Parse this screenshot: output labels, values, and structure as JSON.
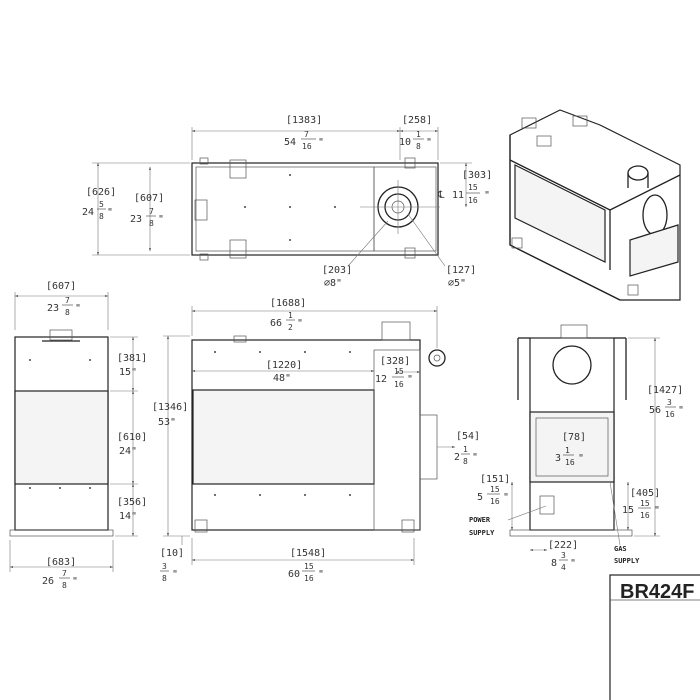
{
  "top_view": {
    "width_mm": "[1383]",
    "width_whole": "54",
    "width_num": "7",
    "width_den": "16",
    "flue_offset_mm": "[258]",
    "flue_offset_whole": "10",
    "flue_offset_num": "1",
    "flue_offset_den": "8",
    "depth_mm": "[626]",
    "depth_whole": "24",
    "depth_num": "5",
    "depth_den": "8",
    "depth_inner_mm": "[607]",
    "depth_inner_whole": "23",
    "depth_inner_num": "7",
    "depth_inner_den": "8",
    "centerline_mm": "[303]",
    "centerline_prefix": "℄",
    "centerline_whole": "11",
    "centerline_num": "15",
    "centerline_den": "16",
    "flue_outer_mm": "[203]",
    "flue_outer_in": "∅8\"",
    "flue_inner_mm": "[127]",
    "flue_inner_in": "∅5\""
  },
  "side_view": {
    "width_mm": "[607]",
    "width_whole": "23",
    "width_num": "7",
    "width_den": "8",
    "upper_mm": "[381]",
    "upper_in": "15\"",
    "glass_mm": "[610]",
    "glass_in": "24\"",
    "lower_mm": "[356]",
    "lower_in": "14\"",
    "base_mm": "[683]",
    "base_whole": "26",
    "base_num": "7",
    "base_den": "8"
  },
  "front_view": {
    "width_mm": "[1688]",
    "width_whole": "66",
    "width_num": "1",
    "width_den": "2",
    "height_mm": "[1346]",
    "height_in": "53\"",
    "glass_mm": "[1220]",
    "glass_in": "48\"",
    "flue_mm": "[328]",
    "flue_whole": "12",
    "flue_num": "15",
    "flue_den": "16",
    "box_mm": "[54]",
    "box_whole": "2",
    "box_num": "1",
    "box_den": "8",
    "leg_mm": "[10]",
    "leg_num": "3",
    "leg_den": "8",
    "base_mm": "[1548]",
    "base_whole": "60",
    "base_num": "15",
    "base_den": "16"
  },
  "end_view": {
    "height_mm": "[1427]",
    "height_whole": "56",
    "height_num": "3",
    "height_den": "16",
    "glass_mm": "[78]",
    "glass_whole": "3",
    "glass_num": "1",
    "glass_den": "16",
    "power_mm": "[151]",
    "power_whole": "5",
    "power_num": "15",
    "power_den": "16",
    "gas_mm": "[405]",
    "gas_whole": "15",
    "gas_num": "15",
    "gas_den": "16",
    "power_offset_mm": "[222]",
    "power_offset_whole": "8",
    "power_offset_num": "3",
    "power_offset_den": "4",
    "power_label_1": "POWER",
    "power_label_2": "SUPPLY",
    "gas_label_1": "GAS",
    "gas_label_2": "SUPPLY"
  },
  "title_block": {
    "model": "BR424F"
  }
}
